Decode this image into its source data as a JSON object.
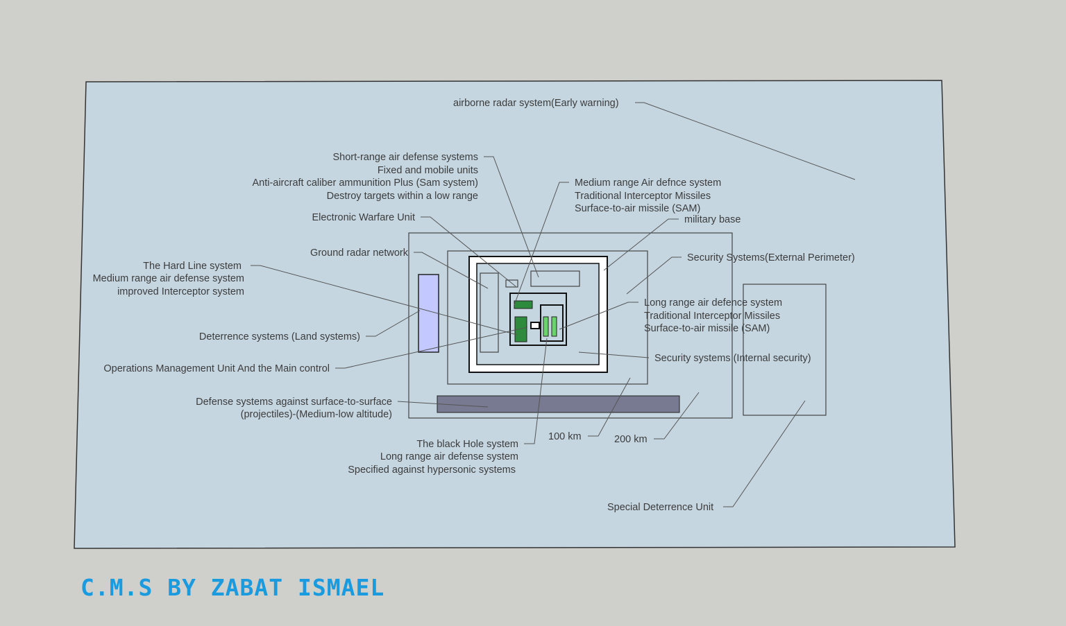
{
  "labels": {
    "airborne": "airborne radar system(Early warning)",
    "short_range": [
      "Short-range air defense systems",
      "Fixed and mobile units",
      "Anti-aircraft caliber ammunition Plus (Sam system)",
      "Destroy targets within a low range"
    ],
    "medium_range": [
      "Medium range Air defnce system",
      "Traditional Interceptor Missiles",
      "Surface-to-air missile (SAM)"
    ],
    "military_base": "military base",
    "electronic_warfare": "Electronic Warfare Unit",
    "ground_radar": "Ground radar network",
    "hard_line": [
      "The Hard Line system",
      "Medium range air defense system",
      "improved  Interceptor system"
    ],
    "security_external": "Security Systems(External Perimeter)",
    "long_range": [
      "Long range air defence system",
      "Traditional Interceptor Missiles",
      "Surface-to-air missile (SAM)"
    ],
    "deterrence_land": "Deterrence systems (Land systems)",
    "operations": "Operations Management Unit And the Main control",
    "security_internal": "Security systems (Internal security)",
    "surface_defense": [
      "Defense systems against surface-to-surface",
      "(projectiles)-(Medium-low altitude)"
    ],
    "km100": "100 km",
    "km200": "200 km",
    "black_hole": [
      "The black Hole system",
      "Long range air defense system",
      "Specified against hypersonic systems"
    ],
    "special_deterrence": "Special Deterrence Unit"
  },
  "credit": "C.M.S BY ZABAT ISMAEL",
  "colors": {
    "ground": "#c5d6e1",
    "background": "#cfcfcb",
    "credit": "#1a9be0",
    "green_dark": "#2e8b3e",
    "green_light": "#6bd36b",
    "blue_bar": "#c3c8ff",
    "gray_bar": "#777a90"
  }
}
